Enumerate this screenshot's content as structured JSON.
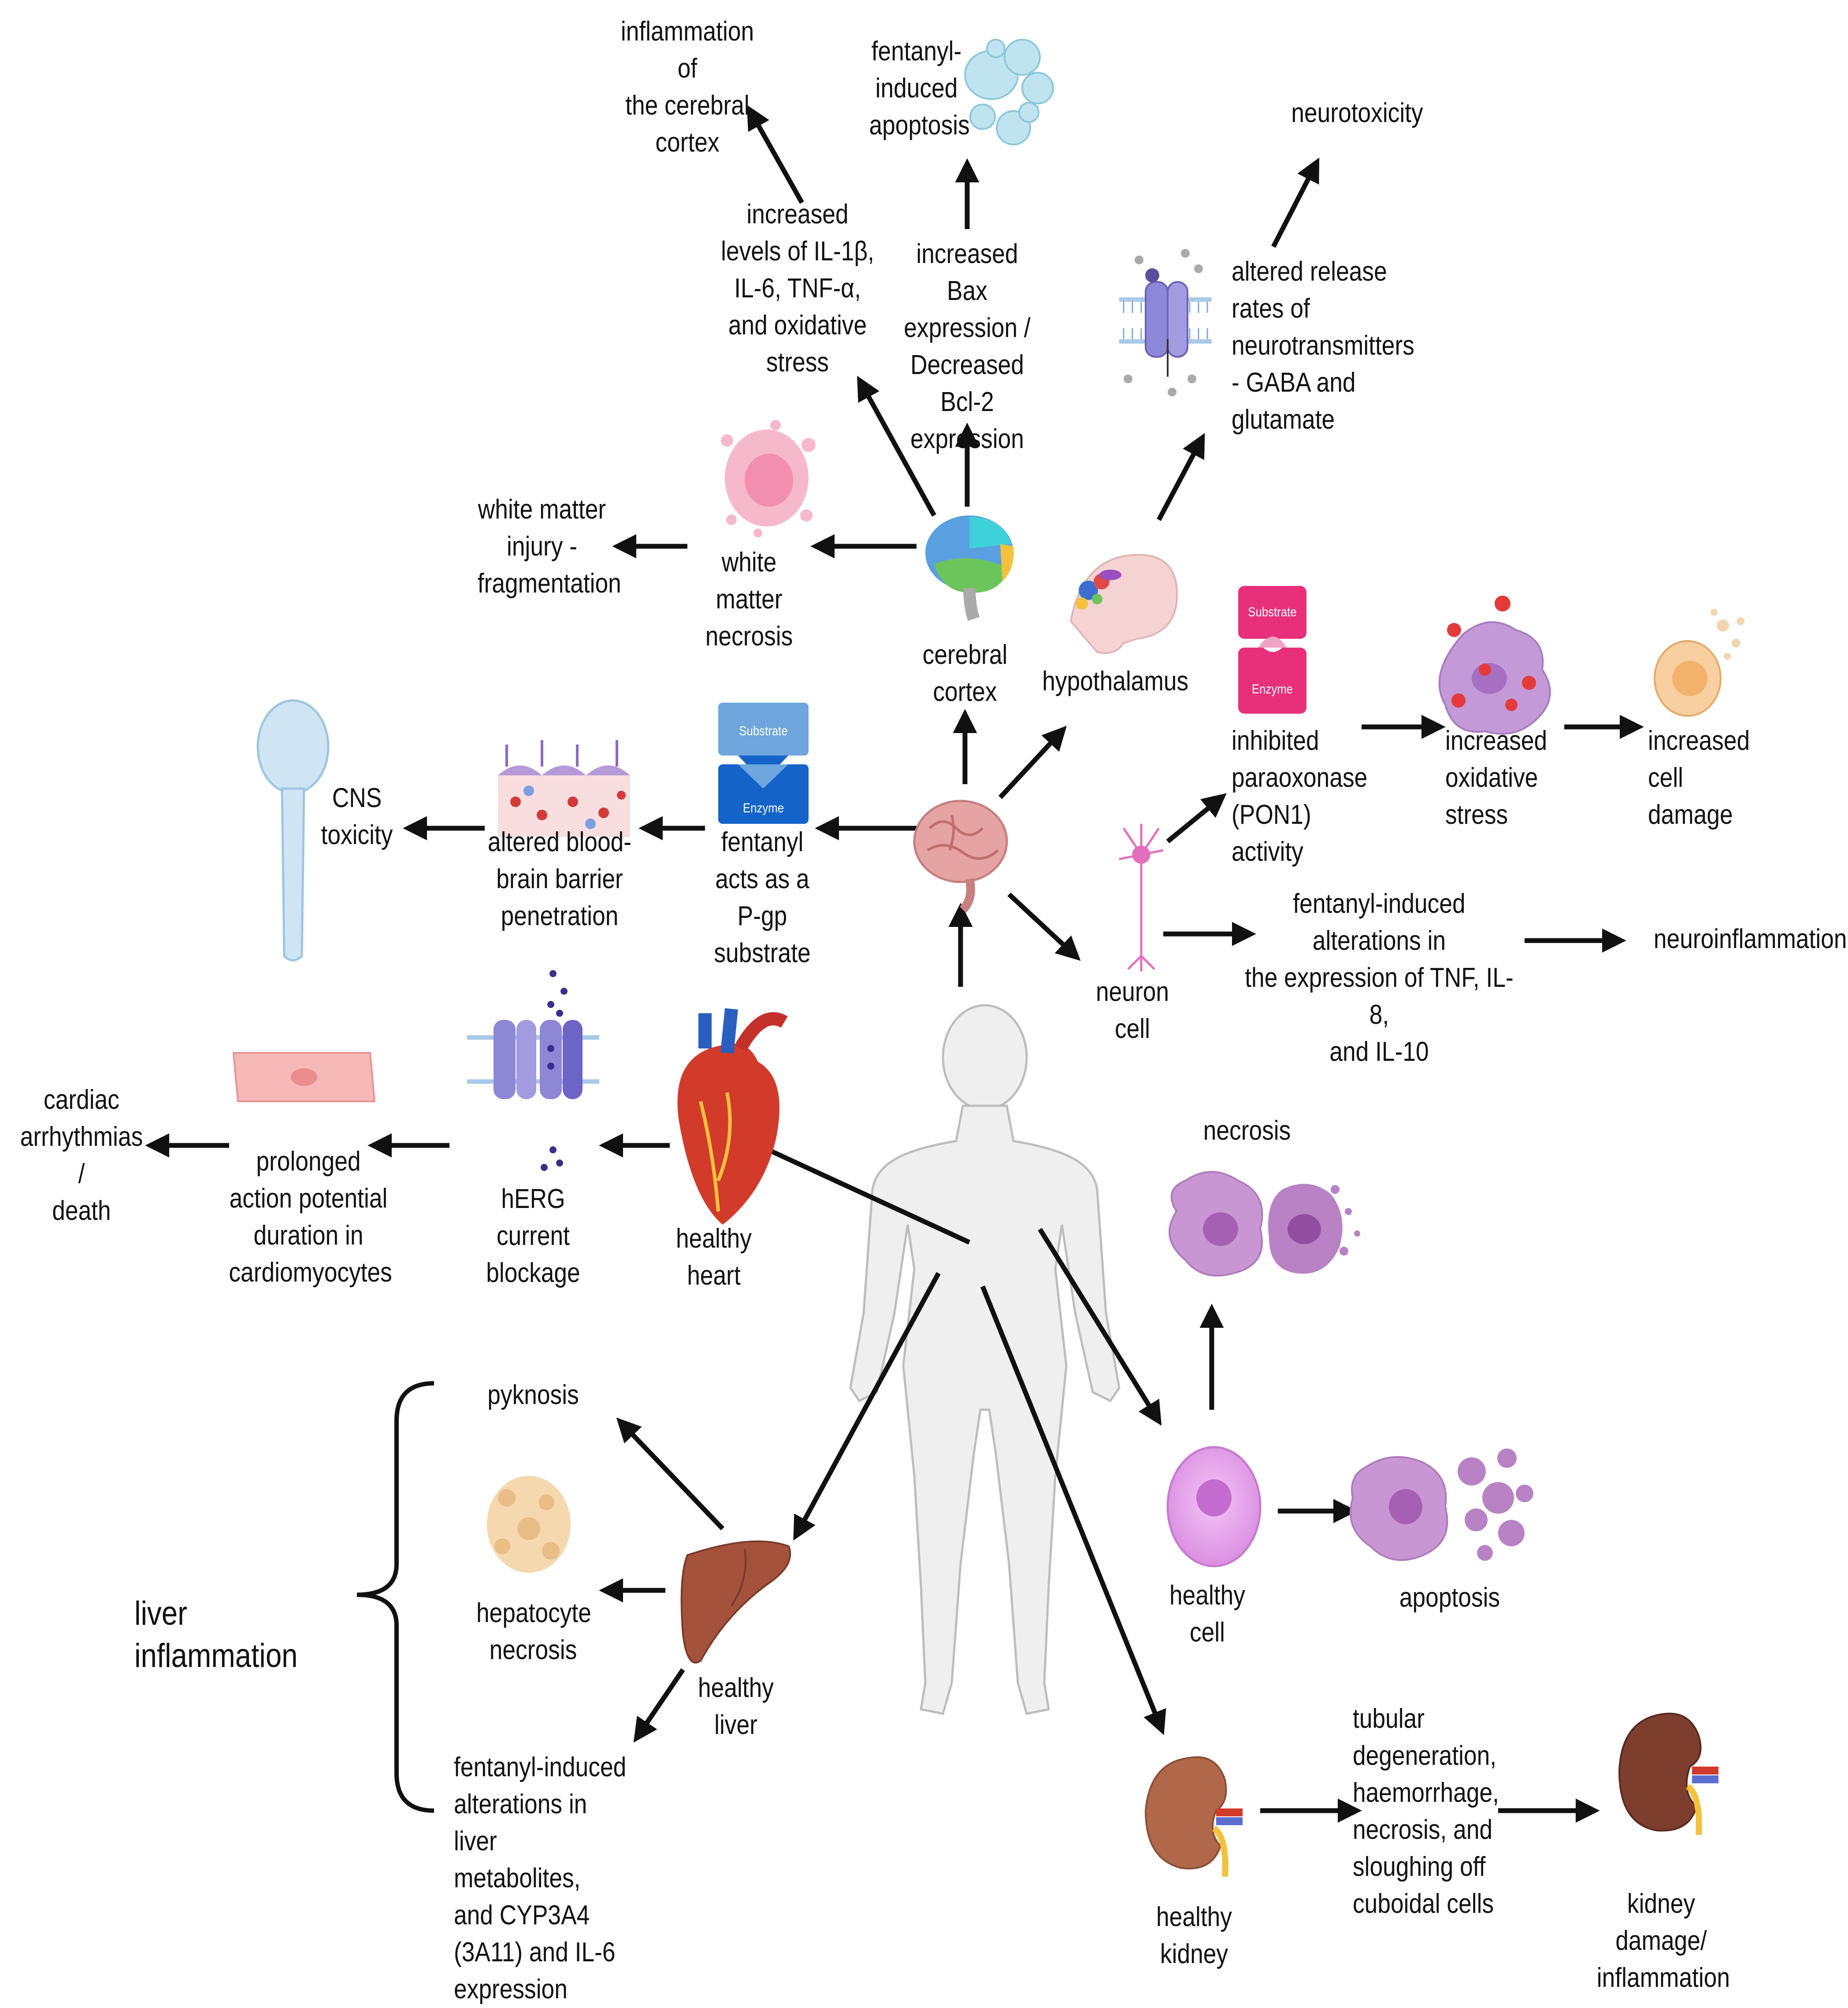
{
  "labels": {
    "inflammation_cortex": "inflammation of\nthe cerebral\ncortex",
    "fentanyl_apoptosis": "fentanyl-\ninduced\napoptosis",
    "neurotoxicity": "neurotoxicity",
    "il1b": "increased\nlevels of IL-1β,\nIL-6, TNF-α,\nand oxidative\nstress",
    "bax": "increased Bax\nexpression /\nDecreased\nBcl-2\nexpression",
    "altered_release": "altered release\nrates of\nneurotransmitters\n-  GABA and\nglutamate",
    "white_matter_injury": "white matter\ninjury -\nfragmentation",
    "white_matter_necrosis": "white\nmatter\nnecrosis",
    "cerebral_cortex": "cerebral\ncortex",
    "hypothalamus": "hypothalamus",
    "substrate_top": "Substrate",
    "enzyme_top": "Enzyme",
    "substrate_left": "Substrate",
    "enzyme_left": "Enzyme",
    "inhibited_pon1": "inhibited\nparaoxonase\n(PON1) activity",
    "increased_oxidative": "increased\noxidative\nstress",
    "increased_cell_damage": "increased\ncell\ndamage",
    "cns_toxicity": "CNS\ntoxicity",
    "altered_bbb": "altered blood-\nbrain barrier\npenetration",
    "pgp": "fentanyl\nacts as a\nP-gp\nsubstrate",
    "neuron_cell": "neuron\ncell",
    "tnf_il8": "fentanyl-induced alterations in\nthe expression of TNF, IL-8,\nand IL-10",
    "neuroinflammation": "neuroinflammation",
    "cardiac": "cardiac\narrhythmias /\ndeath",
    "prolonged": "prolonged\naction potential\nduration in\ncardiomyocytes",
    "herg": "hERG current\nblockage",
    "healthy_heart": "healthy\nheart",
    "necrosis": "necrosis",
    "pyknosis": "pyknosis",
    "hepatocyte": "hepatocyte\nnecrosis",
    "liver_inflammation": "liver inflammation",
    "healthy_liver": "healthy\nliver",
    "healthy_cell": "healthy\ncell",
    "apoptosis": "apoptosis",
    "liver_metabolites": "fentanyl-induced\nalterations in\nliver metabolites,\nand  CYP3A4\n(3A11) and IL-6\nexpression",
    "tubular": "tubular\ndegeneration,\nhaemorrhage,\nnecrosis, and\nsloughing off\ncuboidal cells",
    "healthy_kidney": "healthy\nkidney",
    "kidney_damage": "kidney\ndamage/\ninflammation"
  },
  "colors": {
    "arrow": "#111111",
    "body": "#efefef",
    "brain": "#e6a3a3",
    "heart": "#d23a2a",
    "liver": "#a5523c",
    "kidney": "#9b5538",
    "cell": "#e3a6e8",
    "enzyme_blue": "#1463c9",
    "enzyme_pink": "#e8307a",
    "channel": "#8e86d6"
  },
  "icons": [
    "human-body-icon",
    "brain-icon",
    "cerebral-cortex-icon",
    "hypothalamus-icon",
    "ion-channel-icon",
    "apoptotic-cell-icon",
    "inflamed-tissue-icon",
    "substrate-enzyme-icon",
    "blood-brain-barrier-icon",
    "spinal-cord-icon",
    "neuron-icon",
    "oxidative-stress-cell-icon",
    "damaged-cell-icon",
    "cardiomyocyte-icon",
    "herg-channel-icon",
    "heart-icon",
    "necrotic-cell-icon",
    "healthy-cell-icon",
    "liver-icon",
    "hepatocyte-icon",
    "kidney-icon",
    "damaged-kidney-icon",
    "brace-icon"
  ]
}
